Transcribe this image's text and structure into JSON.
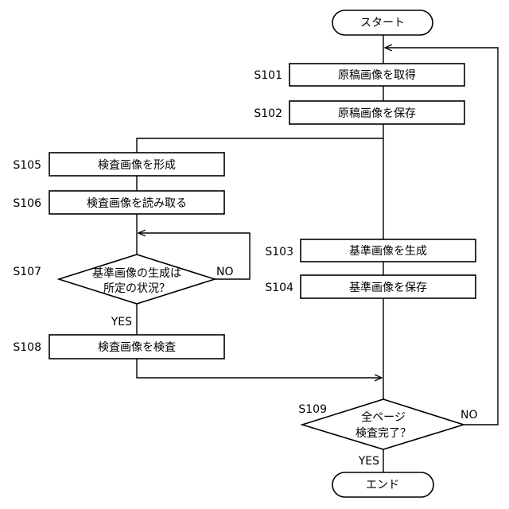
{
  "terminals": {
    "start": "スタート",
    "end": "エンド"
  },
  "steps": {
    "s101": {
      "id": "S101",
      "text": "原稿画像を取得"
    },
    "s102": {
      "id": "S102",
      "text": "原稿画像を保存"
    },
    "s103": {
      "id": "S103",
      "text": "基準画像を生成"
    },
    "s104": {
      "id": "S104",
      "text": "基準画像を保存"
    },
    "s105": {
      "id": "S105",
      "text": "検査画像を形成"
    },
    "s106": {
      "id": "S106",
      "text": "検査画像を読み取る"
    },
    "s108": {
      "id": "S108",
      "text": "検査画像を検査"
    }
  },
  "decisions": {
    "s107": {
      "id": "S107",
      "line1": "基準画像の生成は",
      "line2": "所定の状況？",
      "yes": "YES",
      "no": "NO"
    },
    "s109": {
      "id": "S109",
      "line1": "全ページ",
      "line2": "検査完了？",
      "yes": "YES",
      "no": "NO"
    }
  }
}
